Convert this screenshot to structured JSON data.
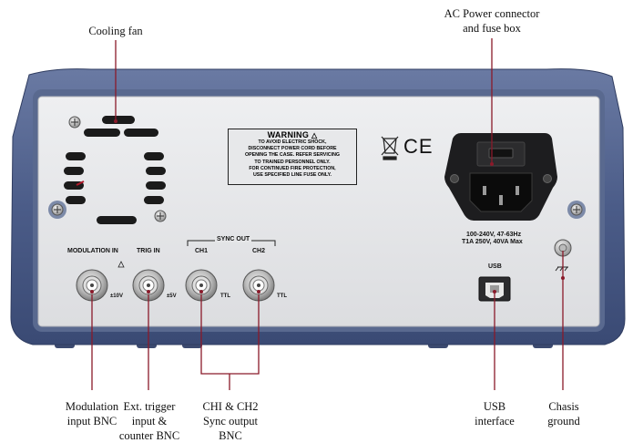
{
  "callouts": {
    "cooling_fan": "Cooling fan",
    "ac_power": "AC Power connector\nand fuse box",
    "modulation": "Modulation\ninput BNC",
    "ext_trigger": "Ext. trigger\ninput &\ncounter BNC",
    "sync_output": "CHI & CH2\nSync output\nBNC",
    "usb": "USB\ninterface",
    "chassis": "Chasis\nground"
  },
  "panel": {
    "warning_title": "WARNING",
    "warning_lines": [
      "TO AVOID ELECTRIC SHOCK,",
      "DISCONNECT POWER CORD BEFORE",
      "OPENING THE CASE. REFER SERVICING",
      "TO TRAINED PERSONNEL ONLY.",
      "FOR CONTINUED FIRE PROTECTION,",
      "USE SPECIFIED LINE FUSE ONLY."
    ],
    "ce_mark": "CE",
    "power_rating_1": "100-240V, 47-63Hz",
    "power_rating_2": "T1A 250V, 40VA Max",
    "modulation_label": "MODULATION IN",
    "modulation_rating": "±10V",
    "trig_label": "TRIG IN",
    "trig_rating": "±5V",
    "sync_label": "SYNC OUT",
    "ch1_label": "CH1",
    "ch1_rating": "TTL",
    "ch2_label": "CH2",
    "ch2_rating": "TTL",
    "usb_label": "USB"
  },
  "icons": [
    "warning-triangle-icon",
    "weee-bin-icon",
    "ground-symbol-icon",
    "bnc-connector-icon",
    "usb-b-port-icon",
    "screw-icon"
  ],
  "colors": {
    "bezel": "#4d5f8a",
    "panel": "#e4e5e7",
    "leader_line": "#8a1a2a",
    "connector_metal": "#b9b9b9"
  }
}
